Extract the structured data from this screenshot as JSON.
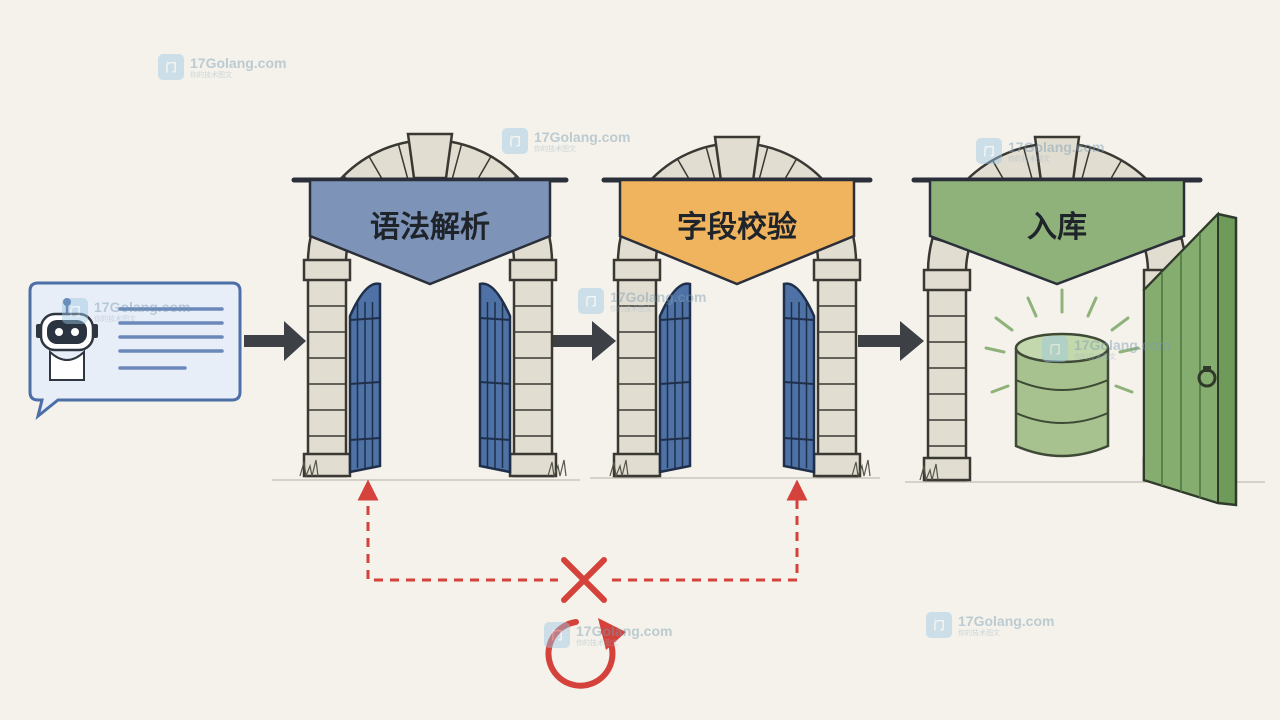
{
  "gates": [
    {
      "label": "语法解析",
      "color": "#7d93b8",
      "state": "open"
    },
    {
      "label": "字段校验",
      "color": "#f0b35e",
      "state": "open"
    },
    {
      "label": "入库",
      "color": "#8fb27a",
      "state": "open"
    }
  ],
  "colors": {
    "stone": "#e2ddd1",
    "stone_line": "#3a3833",
    "blue_gate": "#4f72a6",
    "green_door": "#6e9a5a",
    "arrow": "#3d4146",
    "retry": "#d4423b",
    "bubble_border": "#4d6fa8",
    "bubble_fill": "#e8eef8"
  },
  "icons": {
    "source": "robot-chat-bubble-icon",
    "storage": "database-icon",
    "fail": "red-x-icon",
    "retry": "retry-circle-icon"
  },
  "watermark": {
    "site": "17Golang.com",
    "sub": "你的技术图文"
  }
}
